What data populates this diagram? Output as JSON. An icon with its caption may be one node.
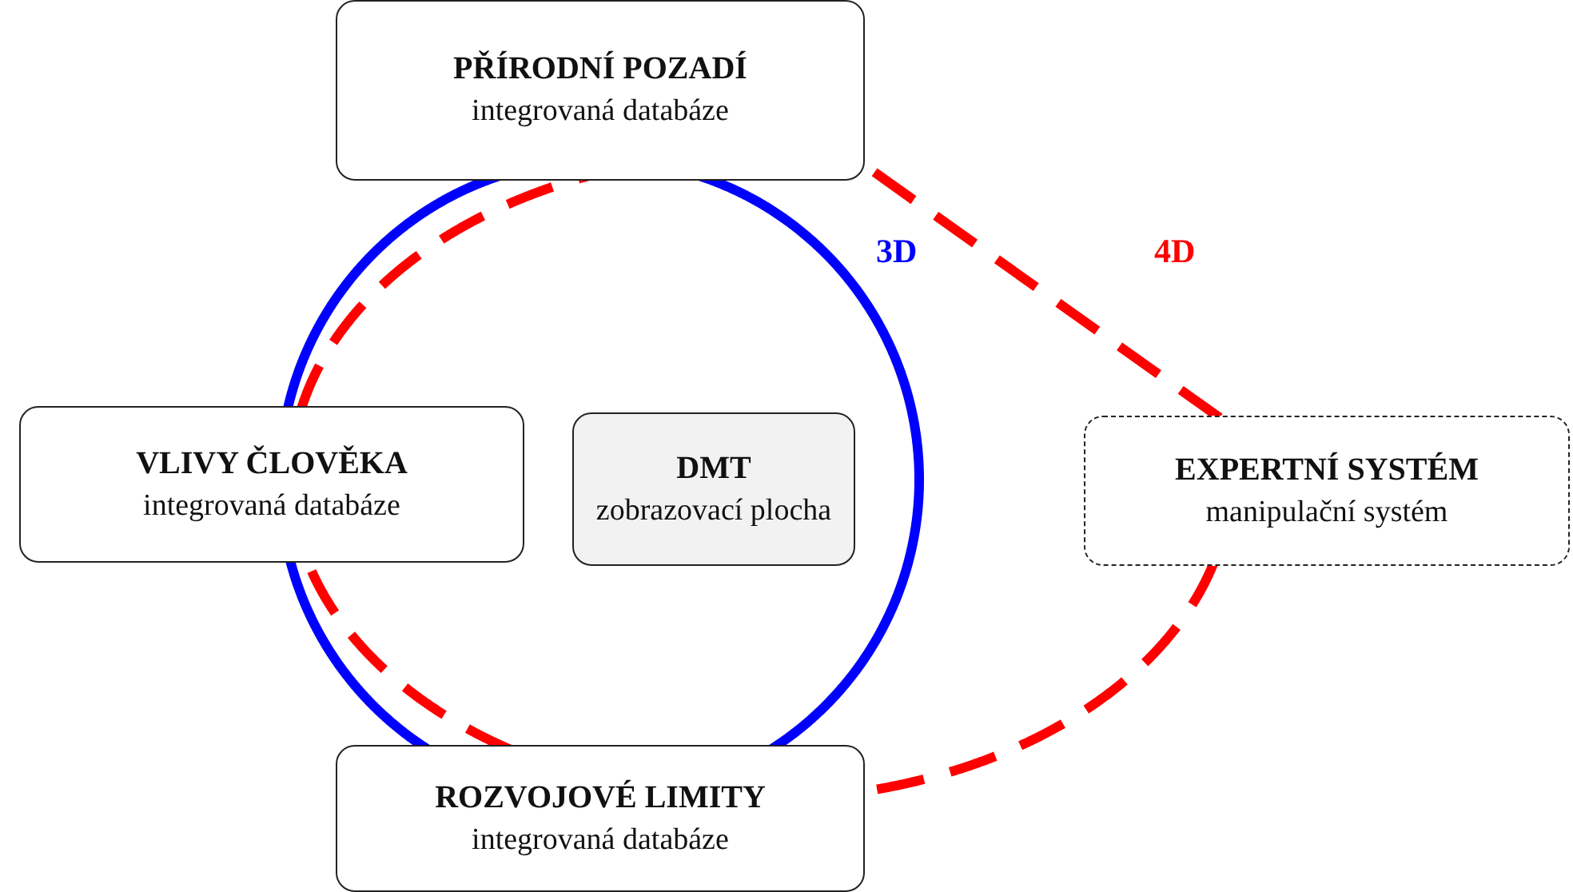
{
  "diagram": {
    "nodes": [
      {
        "text": [
          "PŘÍRODNÍ POZADÍ",
          "integrovaná databáze"
        ]
      },
      {
        "text": [
          "VLIVY ČLOVĚKA",
          "integrovaná databáze"
        ]
      },
      {
        "text": [
          "DMT",
          "zobrazovací plocha"
        ]
      },
      {
        "text": [
          "EXPERTNÍ SYSTÉM",
          "manipulační systém"
        ]
      },
      {
        "text": [
          "ROZVOJOVÉ LIMITY",
          "integrovaná databáze"
        ]
      }
    ],
    "edges": [
      {
        "from": 0,
        "to": 1,
        "arrow": "none",
        "color": "#0000ff"
      },
      {
        "from": 1,
        "to": 4,
        "arrow": "none",
        "color": "#0000ff"
      },
      {
        "from": 4,
        "to": 0,
        "arrow": "none",
        "color": "#0000ff"
      },
      {
        "from": 0,
        "to": 3,
        "arrow": "none",
        "style": "dashed",
        "color": "#ff0000"
      },
      {
        "from": 3,
        "to": 4,
        "arrow": "none",
        "style": "dashed",
        "color": "#ff0000"
      },
      {
        "from": 4,
        "to": 1,
        "arrow": "none",
        "style": "dashed",
        "color": "#ff0000"
      },
      {
        "from": 1,
        "to": 0,
        "arrow": "none",
        "style": "dashed",
        "color": "#ff0000"
      }
    ],
    "labels": [
      "3D",
      "4D"
    ]
  }
}
